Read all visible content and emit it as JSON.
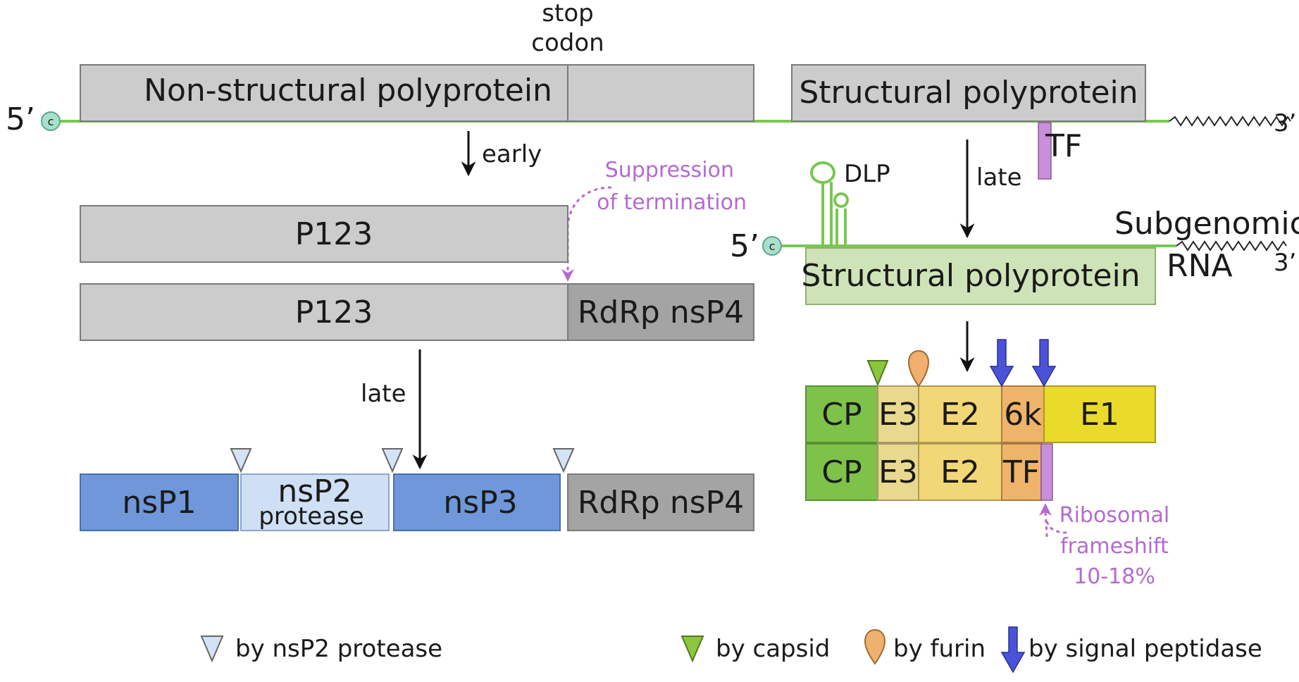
{
  "colors": {
    "rna": "#78c850",
    "cap_fill": "#a8e0cc",
    "grey": "#cccccc",
    "dark_grey": "#a4a4a4",
    "nsp_blue": "#6f97d9",
    "nsp_light": "#cfe0f5",
    "struct_green": "#cfe3b8",
    "cp": "#7ec24a",
    "e3": "#e9d98e",
    "e2": "#f2d777",
    "k6": "#eeb46a",
    "e1": "#eada2a",
    "tf": "#c98fda",
    "note": "#b46ad0",
    "sp_arrow": "#4a53d8",
    "capsid_marker": "#8cc63f",
    "furin_marker": "#f0b06e",
    "nsp2_marker": "#d4e2f5"
  },
  "labels": {
    "five_prime": "5’",
    "three_prime": "3’",
    "cap": "c",
    "stop_codon_1": "stop",
    "stop_codon_2": "codon",
    "nonstructural": "Non-structural polyprotein",
    "structural": "Structural polyprotein",
    "tf": "TF",
    "early": "early",
    "late": "late",
    "suppression_1": "Suppression",
    "suppression_2": "of termination",
    "dlp": "DLP",
    "subgenomic_1": "Subgenomic",
    "subgenomic_2": "RNA",
    "p123": "P123",
    "rdrp": "RdRp nsP4",
    "nsp1": "nsP1",
    "nsp2_1": "nsP2",
    "nsp2_2": "protease",
    "nsp3": "nsP3",
    "cp": "CP",
    "e3": "E3",
    "e2": "E2",
    "k6": "6k",
    "e1": "E1",
    "frameshift_1": "Ribosomal",
    "frameshift_2": "frameshift",
    "frameshift_3": "10-18%"
  },
  "legend": {
    "nsp2": "by nsP2 protease",
    "capsid": "by capsid",
    "furin": "by furin",
    "signal": "by signal peptidase"
  }
}
